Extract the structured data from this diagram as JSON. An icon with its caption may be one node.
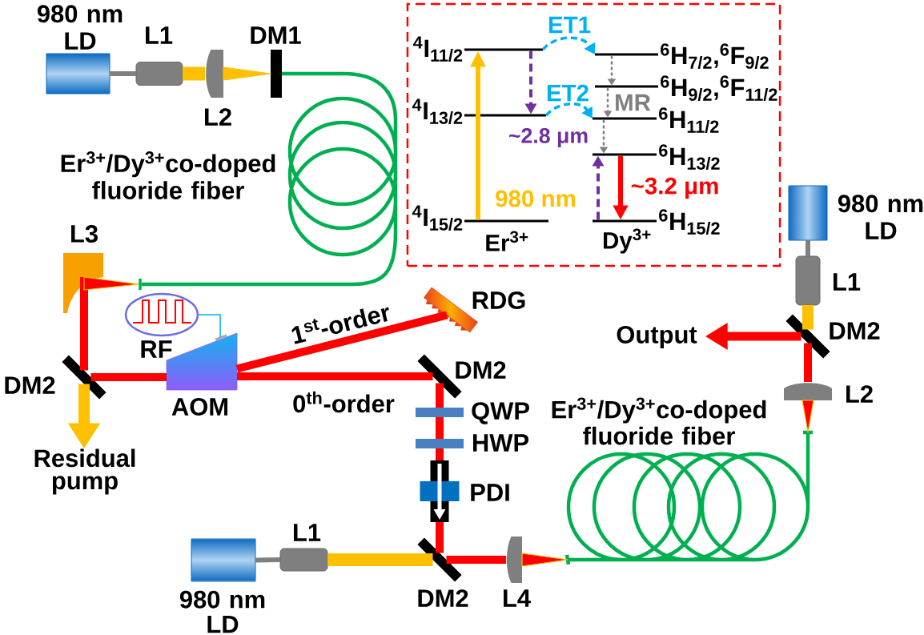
{
  "diagram": {
    "nodes": [
      {
        "text": [
          "980 nm LD"
        ]
      },
      {
        "text": [
          "L1"
        ]
      },
      {
        "text": [
          "L2"
        ]
      },
      {
        "text": [
          "DM1"
        ]
      },
      {
        "text": [],
        "shape": "box"
      },
      {
        "text": [
          "$^{4}$I$_{11/2}$"
        ],
        "in": 4
      },
      {
        "text": [
          "$^{6}$H$_{7/2}$,$^{6}$F$_{9/2}$"
        ],
        "in": 4
      },
      {
        "text": [
          "$^{6}$H$_{9/2}$,$^{6}$F$_{11/2}$"
        ],
        "in": 4
      },
      {
        "text": [
          "$^{4}$I$_{13/2}$"
        ],
        "in": 4
      },
      {
        "text": [
          "$^{6}$H$_{11/2}$"
        ],
        "in": 4
      },
      {
        "text": [
          "$^{6}$H$_{13/2}$"
        ],
        "in": 4
      },
      {
        "text": [
          "$^{4}$I$_{15/2}$"
        ],
        "in": 4
      },
      {
        "text": [
          "$^{6}$H$_{15/2}$"
        ],
        "in": 4
      },
      {
        "text": [],
        "shape": "picture",
        "beside": [
          "Er$^{3+}$/Dy$^{3+}$co-doped fluoride fiber"
        ]
      },
      {
        "text": [
          "980 nm LD"
        ]
      },
      {
        "text": [
          "L3"
        ]
      },
      {
        "text": [
          "L1"
        ]
      },
      {
        "text": [
          "RF"
        ]
      },
      {
        "text": [
          "RDG"
        ]
      },
      {
        "text": [
          "DM2"
        ]
      },
      {
        "text": [
          "AOM"
        ]
      },
      {
        "text": [
          "DM2"
        ]
      },
      {
        "text": [
          "Output"
        ]
      },
      {
        "text": [
          "DM2"
        ]
      },
      {
        "text": [
          "QWP"
        ]
      },
      {
        "text": [
          "L2"
        ]
      },
      {
        "text": [],
        "shape": "picture",
        "beside": [
          "Er$^{3+}$/Dy$^{3+}$co-doped fluoride fiber"
        ]
      },
      {
        "text": [
          "HWP"
        ]
      },
      {
        "text": [
          "Residual pump"
        ]
      },
      {
        "text": [
          "PDI"
        ]
      },
      {
        "text": [
          "L1"
        ]
      },
      {
        "text": [
          "980 nm LD"
        ]
      },
      {
        "text": [
          "DM2"
        ]
      },
      {
        "text": [
          "L4"
        ]
      },
      {
        "text": [],
        "shape": "bar"
      }
    ],
    "edges": [
      {
        "from": 0,
        "to": 1,
        "arrow": "none",
        "color": "#808080"
      },
      {
        "from": 1,
        "to": 2,
        "arrow": "none",
        "style": "thick",
        "color": "#ffc000"
      },
      {
        "from": 2,
        "to": 3,
        "arrow": "none",
        "style": "thick",
        "color": "#ffc000"
      },
      {
        "from": 3,
        "to": 13,
        "arrow": "none",
        "color": "#00b050"
      },
      {
        "from": 13,
        "to": 34,
        "arrow": "none",
        "color": "#00b050"
      },
      {
        "from": 15,
        "to": 19,
        "arrow": "none",
        "color": "#ff0000"
      },
      {
        "from": 19,
        "to": 28,
        "arrow": "to",
        "style": "thick",
        "color": "#ffc000"
      },
      {
        "from": 19,
        "to": 20,
        "arrow": "none",
        "color": "#ff0000"
      },
      {
        "from": 17,
        "to": 20,
        "arrow": "none",
        "color": "#00b0f0"
      },
      {
        "from": 20,
        "to": 18,
        "arrow": "none",
        "label": "1$^{st}$-order",
        "color": "#ff0000"
      },
      {
        "from": 20,
        "to": 21,
        "arrow": "none",
        "label": "0$^{th}$-order",
        "color": "#ff0000"
      },
      {
        "from": 21,
        "to": 24,
        "arrow": "none",
        "color": "#ff0000"
      },
      {
        "from": 24,
        "to": 27,
        "arrow": "none",
        "color": "#ff0000"
      },
      {
        "from": 27,
        "to": 29,
        "arrow": "none",
        "color": "#ff0000"
      },
      {
        "from": 29,
        "to": 32,
        "arrow": "none",
        "color": "#ff0000"
      },
      {
        "from": 31,
        "to": 30,
        "arrow": "none",
        "color": "#808080"
      },
      {
        "from": 30,
        "to": 32,
        "arrow": "none",
        "style": "thick",
        "color": "#ffc000"
      },
      {
        "from": 32,
        "to": 33,
        "arrow": "none",
        "color": "#ff0000"
      },
      {
        "from": 33,
        "to": 26,
        "arrow": "none",
        "style": "thick",
        "color": "#ff0000"
      },
      {
        "from": 14,
        "to": 16,
        "arrow": "none",
        "color": "#808080"
      },
      {
        "from": 16,
        "to": 23,
        "arrow": "none",
        "style": "thick",
        "color": "#ffc000"
      },
      {
        "from": 23,
        "to": 22,
        "arrow": "to",
        "style": "thick",
        "color": "#ff0000"
      },
      {
        "from": 23,
        "to": 25,
        "arrow": "none",
        "color": "#ff0000"
      },
      {
        "from": 25,
        "to": 26,
        "arrow": "none",
        "style": "thick",
        "color": "#ff0000"
      },
      {
        "from": 11,
        "to": 5,
        "arrow": "to",
        "label": "980 nm",
        "color": "#ffc000"
      },
      {
        "from": 5,
        "to": 8,
        "arrow": "to",
        "label": "~2.8 μm",
        "style": "dashed",
        "color": "#7030a0"
      },
      {
        "from": 5,
        "to": 6,
        "arrow": "to",
        "label": "ET1",
        "style": "dashed",
        "color": "#00b0f0"
      },
      {
        "from": 8,
        "to": 9,
        "arrow": "to",
        "label": "ET2",
        "style": "dashed",
        "color": "#00b0f0"
      },
      {
        "from": 6,
        "to": 7,
        "arrow": "to",
        "style": "dashed",
        "color": "#808080"
      },
      {
        "from": 7,
        "to": 9,
        "arrow": "to",
        "style": "dashed",
        "color": "#808080"
      },
      {
        "from": 9,
        "to": 10,
        "arrow": "to",
        "style": "dashed",
        "color": "#808080"
      },
      {
        "from": 10,
        "to": 12,
        "arrow": "to",
        "label": "~3.2 μm",
        "color": "#ff0000"
      },
      {
        "from": 12,
        "to": 10,
        "arrow": "to",
        "style": "dashed",
        "color": "#7030a0"
      },
      {
        "from": 34,
        "to": 15,
        "arrow": "none",
        "style": "thick",
        "color": "#ff0000"
      }
    ],
    "labels": [
      "MR",
      "Er$^{3+}$",
      "Dy$^{3+}$"
    ]
  }
}
